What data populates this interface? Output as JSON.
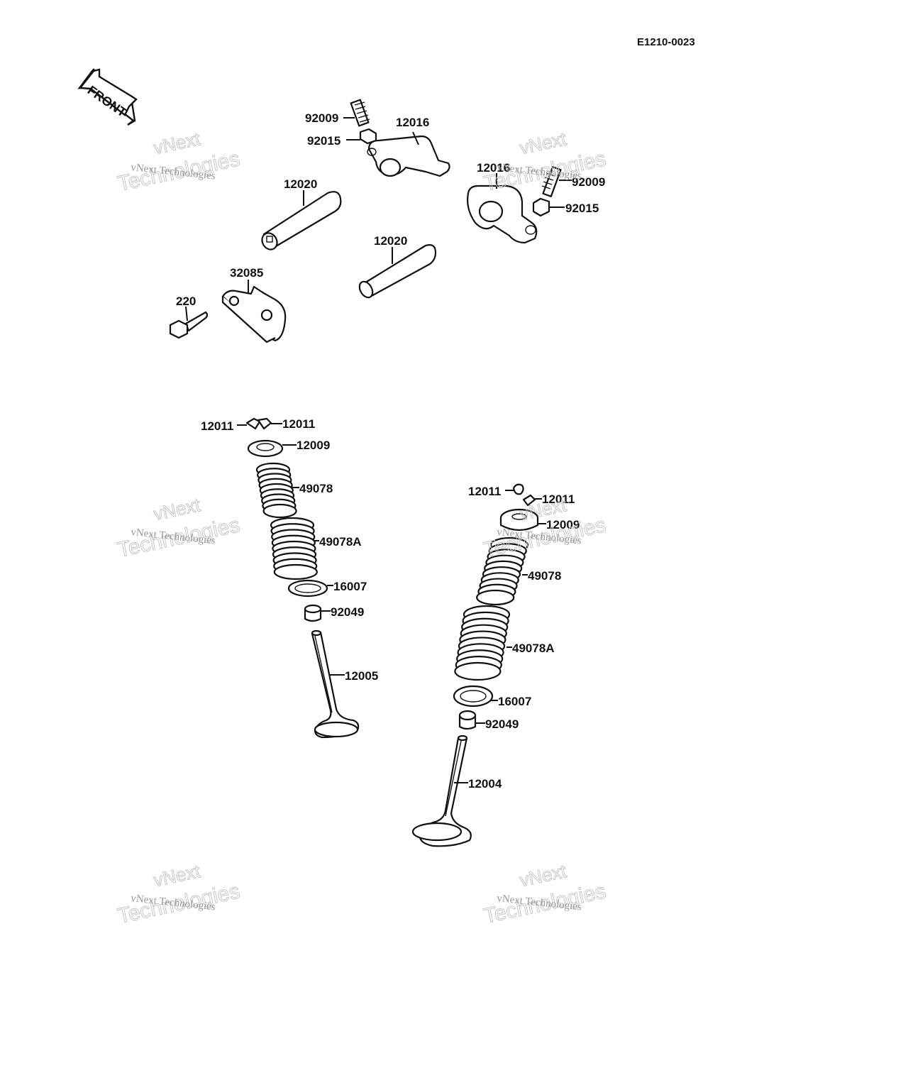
{
  "diagram_code": "E1210-0023",
  "front_label": "FRONT",
  "watermark": {
    "line1": "vNext",
    "line2": "vNext Technologies",
    "line3": "Technologies"
  },
  "parts": {
    "top_left_group": {
      "adjuster_screw": "92009",
      "locknut": "92015",
      "rocker_arm": "12016",
      "rocker_shaft_a": "12020",
      "rocker_shaft_b": "12020",
      "plate": "32085",
      "bolt": "220"
    },
    "top_right_group": {
      "rocker_arm": "12016",
      "adjuster_screw": "92009",
      "locknut": "92015"
    },
    "left_valve_group": {
      "keeper_left": "12011",
      "keeper_right": "12011",
      "retainer": "12009",
      "inner_spring": "49078",
      "outer_spring": "49078A",
      "spring_seat": "16007",
      "stem_seal": "92049",
      "valve": "12005"
    },
    "right_valve_group": {
      "keeper_left": "12011",
      "keeper_right": "12011",
      "retainer": "12009",
      "inner_spring": "49078",
      "outer_spring": "49078A",
      "spring_seat": "16007",
      "stem_seal": "92049",
      "valve": "12004"
    }
  }
}
